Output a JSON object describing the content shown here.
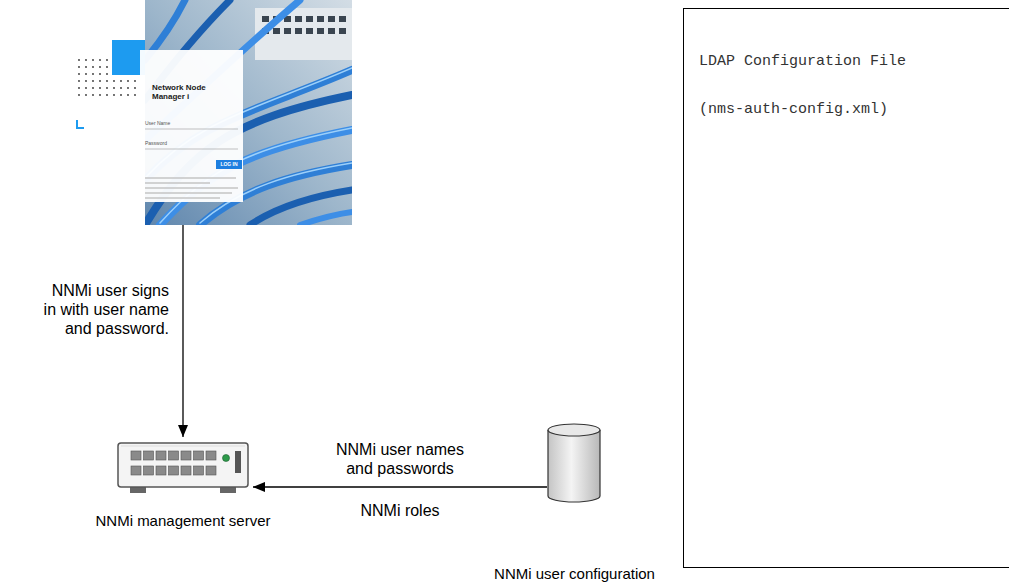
{
  "diagram": {
    "nodes": [
      {
        "text": [
          "Network Node Manager i",
          "User Name",
          "Password",
          "LOG IN"
        ]
      },
      {
        "text": [
          "NNMi management server"
        ]
      },
      {
        "text": [
          "NNMi user configuration"
        ]
      },
      {
        "text": [
          "LDAP Configuration File",
          "(nms-auth-config.xml)"
        ]
      }
    ],
    "edges": [
      {
        "from": 0,
        "to": 1,
        "arrow": "to",
        "label": "NNMi user signs in with user name and password."
      },
      {
        "from": 2,
        "to": 1,
        "arrow": "to",
        "label": "NNMi user names and passwords"
      }
    ],
    "labels": [
      "NNMi roles"
    ]
  }
}
